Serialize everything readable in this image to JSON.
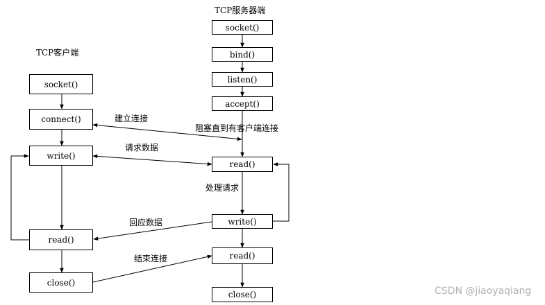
{
  "server": {
    "title": "TCP服务器端",
    "boxes": [
      "socket()",
      "bind()",
      "listen()",
      "accept()",
      "read()",
      "write()",
      "read()",
      "close()"
    ]
  },
  "client": {
    "title": "TCP客户端",
    "boxes": [
      "socket()",
      "connect()",
      "write()",
      "read()",
      "close()"
    ]
  },
  "labels": {
    "establish": "建立连接",
    "block": "阻塞直到有客户端连接",
    "request": "请求数据",
    "process": "处理请求",
    "reply": "回应数据",
    "end": "结束连接"
  },
  "watermark": "CSDN @jiaoyaqiang"
}
